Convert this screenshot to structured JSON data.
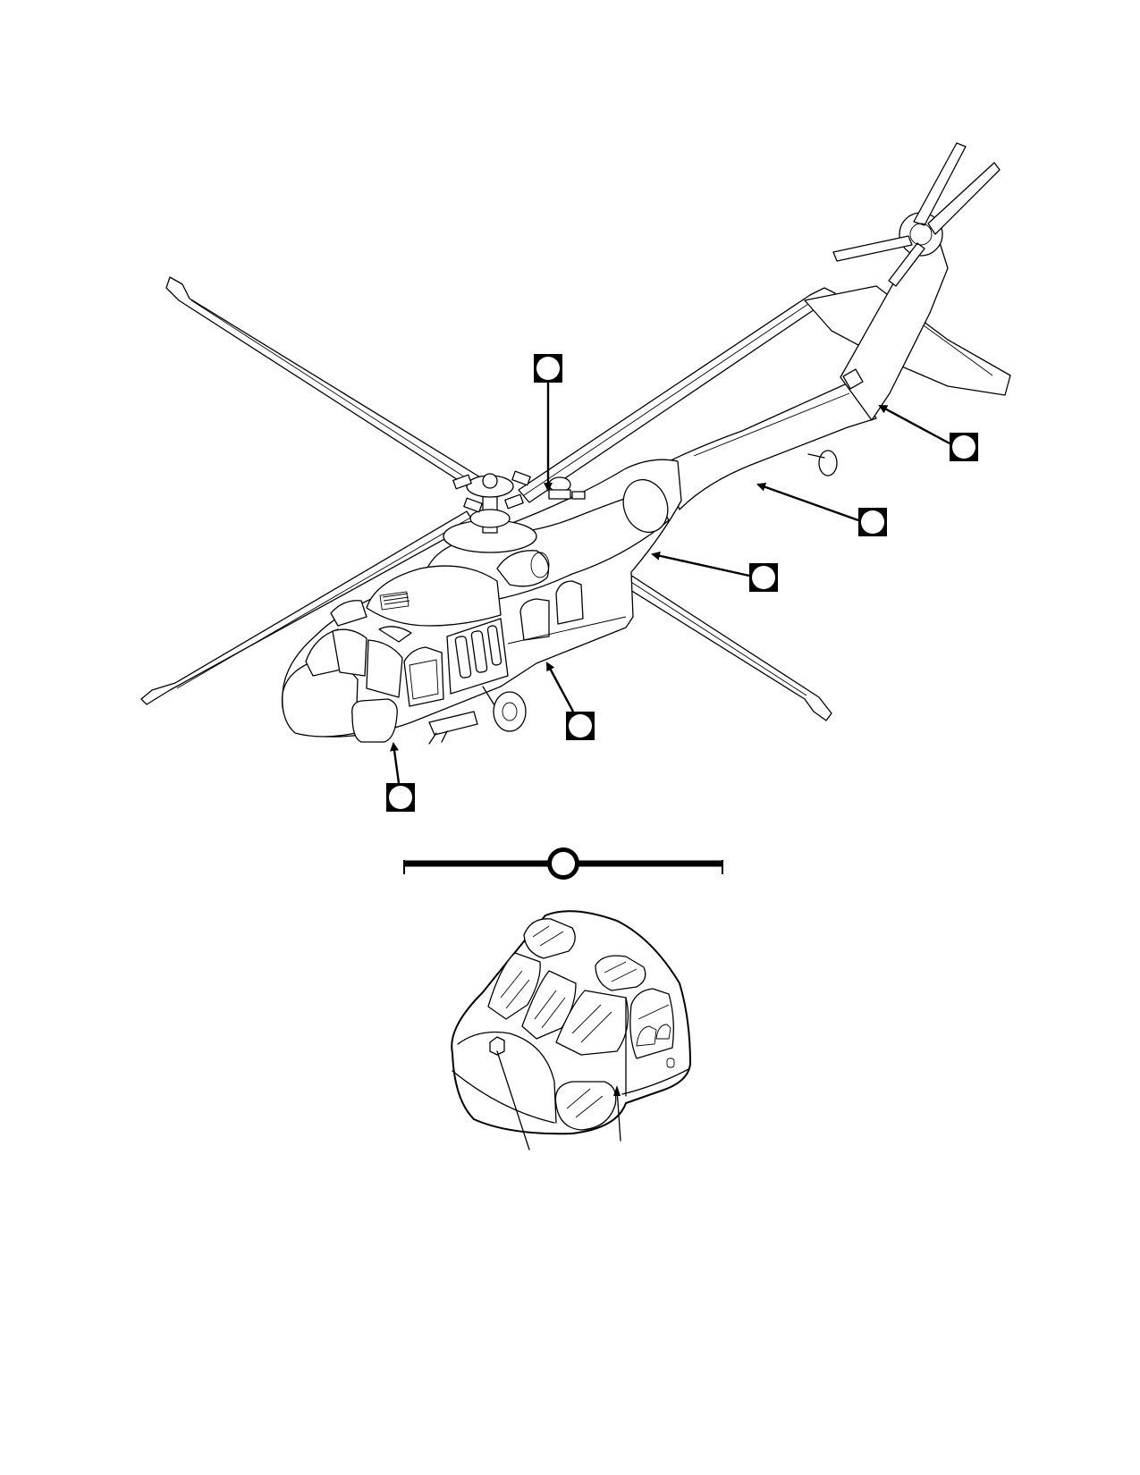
{
  "figure": {
    "callouts": [
      {
        "id": "A",
        "label": ""
      },
      {
        "id": "B",
        "label": ""
      },
      {
        "id": "C",
        "label": ""
      },
      {
        "id": "D",
        "label": ""
      },
      {
        "id": "E",
        "label": ""
      },
      {
        "id": "F",
        "label": ""
      },
      {
        "id": "G",
        "label": ""
      },
      {
        "id": "detail",
        "label": ""
      }
    ],
    "colors": {
      "line": "#000000",
      "background": "#ffffff"
    },
    "views": [
      "helicopter-overview",
      "cockpit-nose-detail"
    ]
  }
}
